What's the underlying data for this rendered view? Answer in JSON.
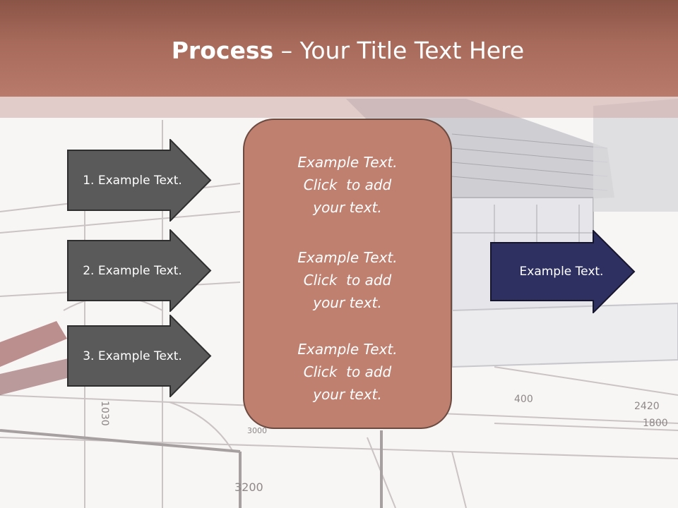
{
  "title": {
    "bold": "Process",
    "rest": " – Your Title Text Here"
  },
  "left_arrows": [
    {
      "label": "1. Example Text."
    },
    {
      "label": "2. Example Text."
    },
    {
      "label": "3. Example Text."
    }
  ],
  "center_box": {
    "blocks": [
      {
        "lines": [
          "Example Text.",
          "Click  to add",
          "your text."
        ]
      },
      {
        "lines": [
          "Example Text.",
          "Click  to add",
          "your text."
        ]
      },
      {
        "lines": [
          "Example Text.",
          "Click  to add",
          "your text."
        ]
      }
    ]
  },
  "right_arrow": {
    "label": "Example Text."
  },
  "background_drawing": {
    "dimension_labels": [
      "3200",
      "2420",
      "1800",
      "1030",
      "400",
      "3000"
    ]
  },
  "colors": {
    "header": "#a86b5b",
    "center_box_fill": "#c08070",
    "left_arrow_fill": "#5a5a5a",
    "right_arrow_fill": "#2e3062",
    "text": "#ffffff"
  }
}
